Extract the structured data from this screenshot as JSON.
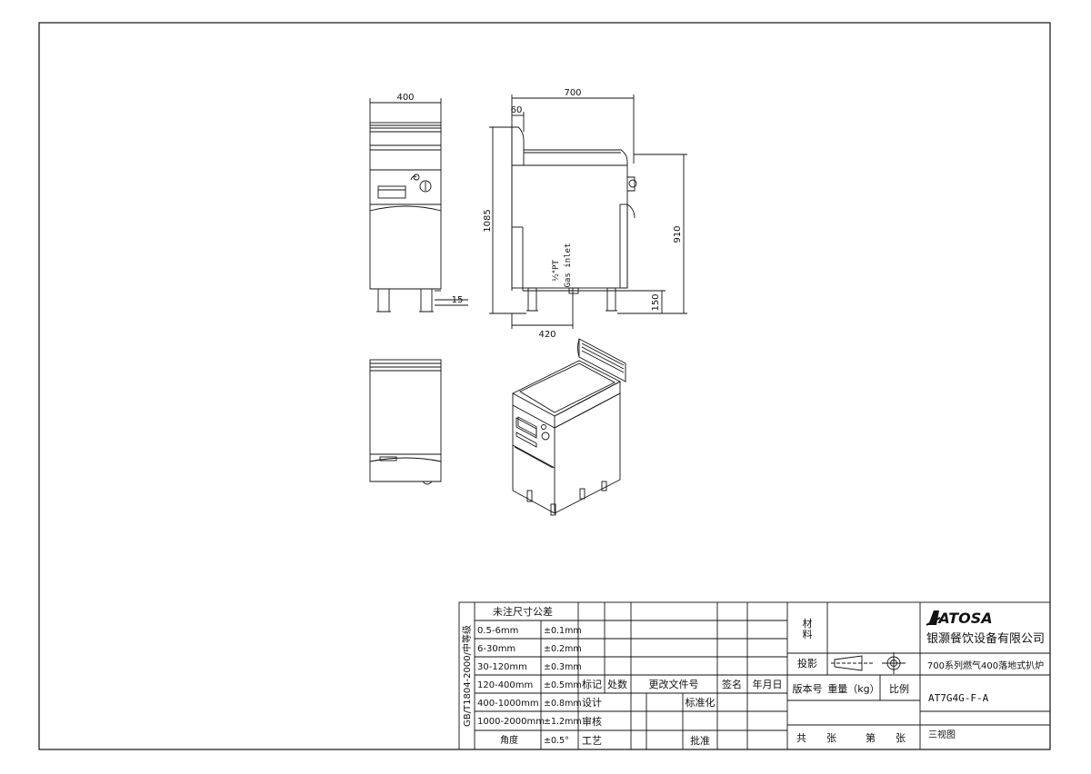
{
  "dimensions": {
    "front_width": "400",
    "side_depth": "700",
    "backsplash_depth": "60",
    "total_height": "1085",
    "work_height": "910",
    "leg_height": "150",
    "gas_inlet_offset": "420",
    "foot_adjust": "15"
  },
  "gas_inlet": {
    "size": "½\"PT",
    "label": "Gas inlet"
  },
  "tolerance_table": {
    "title": "未注尺寸公差",
    "standard": "GB/T1804-2000/中等级",
    "rows": [
      {
        "range": "0.5-6mm",
        "tol": "±0.1mm"
      },
      {
        "range": "6-30mm",
        "tol": "±0.2mm"
      },
      {
        "range": "30-120mm",
        "tol": "±0.3mm"
      },
      {
        "range": "120-400mm",
        "tol": "±0.5mm"
      },
      {
        "range": "400-1000mm",
        "tol": "±0.8mm"
      },
      {
        "range": "1000-2000mm",
        "tol": "±1.2mm"
      },
      {
        "range": "角度",
        "tol": "±0.5°"
      }
    ]
  },
  "revision_block": {
    "mark": "标记",
    "count": "处数",
    "doc_no": "更改文件号",
    "sign": "签名",
    "date": "年月日",
    "design": "设计",
    "standardize": "标准化",
    "review": "审核",
    "process": "工艺",
    "approve": "批准"
  },
  "title_block": {
    "material_label": "材料",
    "projection_label": "投影",
    "version_label": "版本号",
    "weight_label": "重量（kg）",
    "scale_label": "比例",
    "total_sheets": "共　　张",
    "sheet_no": "第　　张",
    "logo_text": "ATOSA",
    "company": "银灏餐饮设备有限公司",
    "product_name": "700系列燃气400落地式扒炉",
    "model": "AT7G4G-F-A",
    "drawing_type": "三视图"
  },
  "colors": {
    "line": "#111111",
    "background": "#ffffff"
  }
}
